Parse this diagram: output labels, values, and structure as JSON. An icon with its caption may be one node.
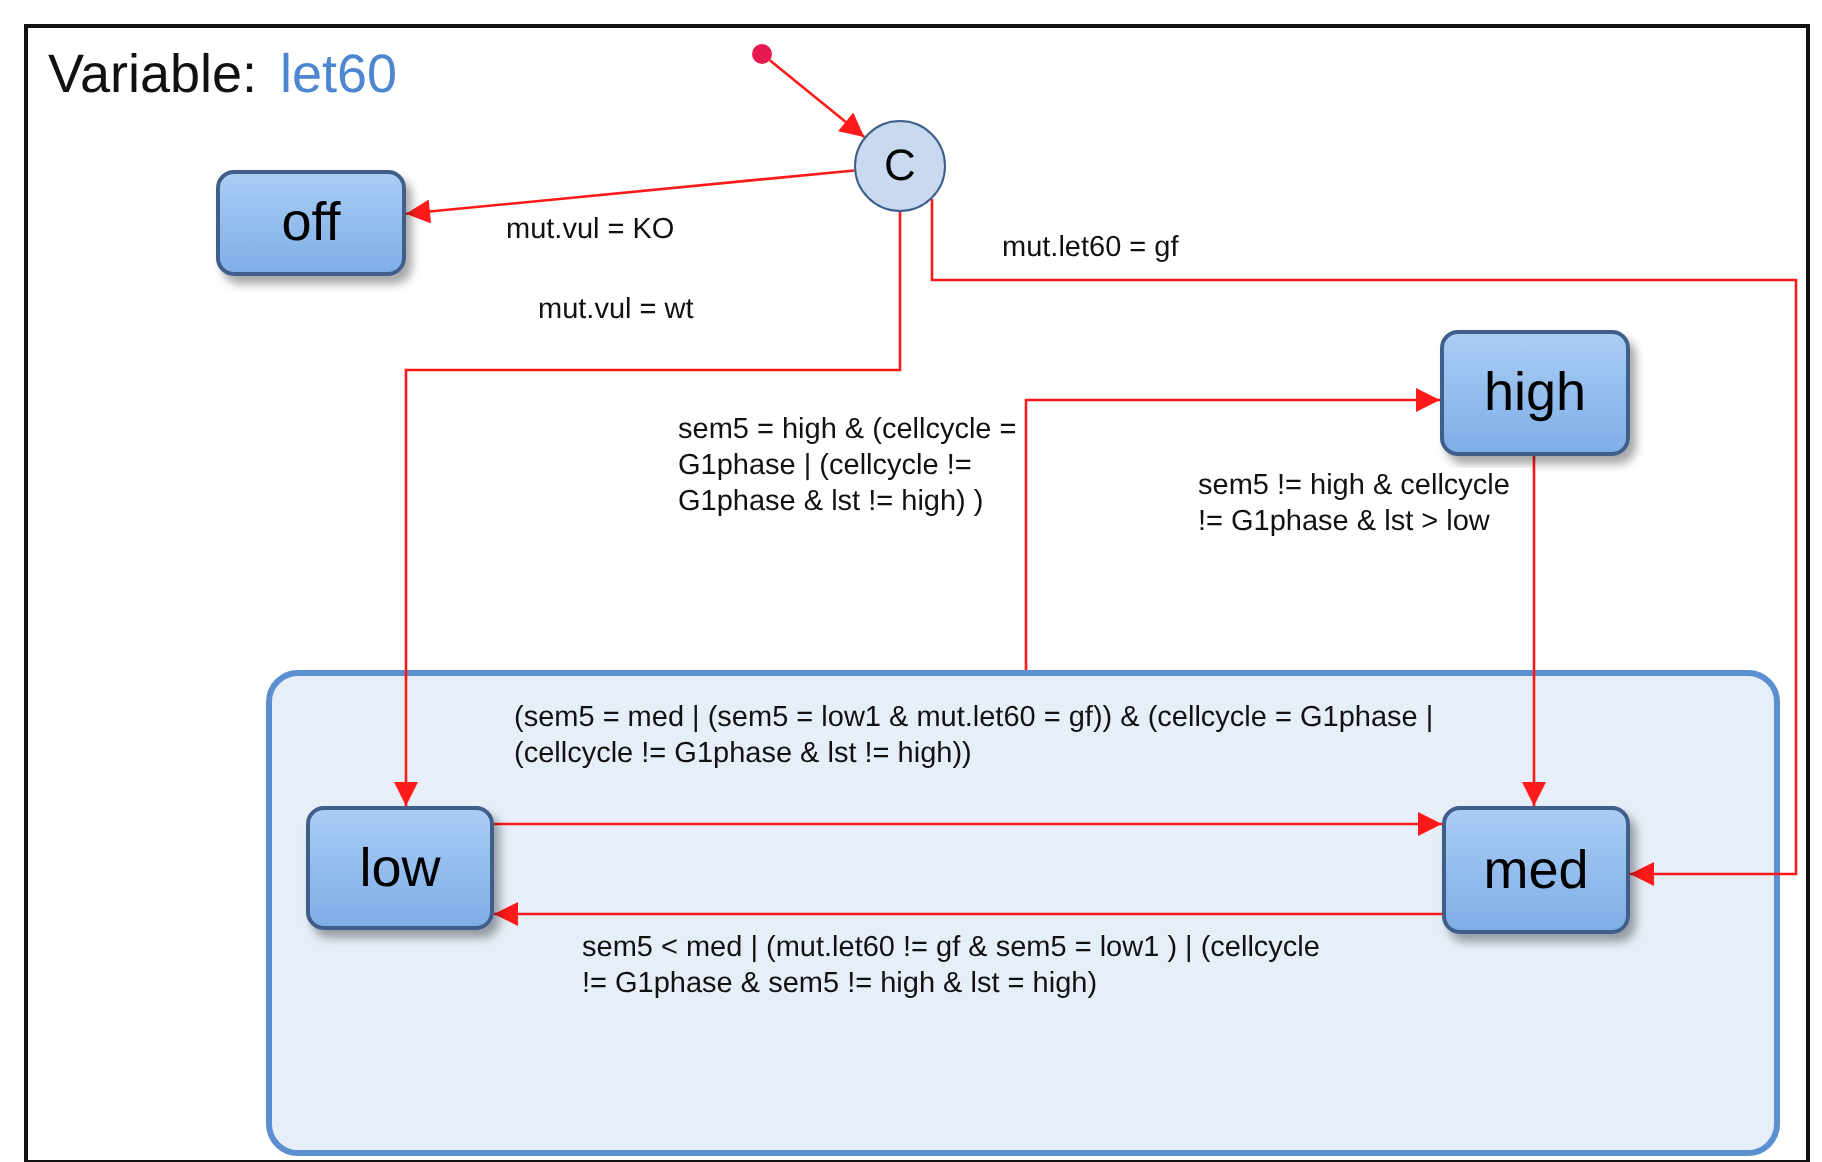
{
  "diagram": {
    "title": "Variable:",
    "nodes": [
      {
        "text": [],
        "shape": "circle"
      },
      {
        "text": [
          "C"
        ]
      },
      {
        "text": [
          "off"
        ]
      },
      {
        "text": [
          "high"
        ]
      },
      {
        "text": [],
        "shape": "box"
      },
      {
        "text": [
          "low"
        ],
        "in": 4
      },
      {
        "text": [
          "med"
        ],
        "in": 4
      }
    ],
    "edges": [
      {
        "from": 0,
        "to": 1,
        "arrow": "to"
      },
      {
        "from": 1,
        "to": 2,
        "arrow": "to",
        "label": "mut.vul = KO"
      },
      {
        "from": 1,
        "to": 5,
        "arrow": "to",
        "label": "mut.vul = wt"
      },
      {
        "from": 1,
        "to": 6,
        "arrow": "to",
        "label": "mut.let60 = gf"
      },
      {
        "from": 4,
        "to": 3,
        "arrow": "to",
        "label": "sem5 = high & (cellcycle = G1phase | (cellcycle != G1phase & lst != high) )"
      },
      {
        "from": 3,
        "to": 6,
        "arrow": "to",
        "label": "sem5 != high & cellcycle != G1phase & lst > low"
      },
      {
        "from": 5,
        "to": 6,
        "arrow": "to",
        "label": "(sem5 = med | (sem5 = low1 & mut.let60 = gf)) & (cellcycle = G1phase | (cellcycle != G1phase & lst != high))"
      },
      {
        "from": 6,
        "to": 5,
        "arrow": "to",
        "label": "sem5 < med | (mut.let60 != gf & sem5 = low1 ) | (cellcycle != G1phase & sem5 != high & lst = high)"
      }
    ],
    "labels": [
      "let60"
    ]
  }
}
